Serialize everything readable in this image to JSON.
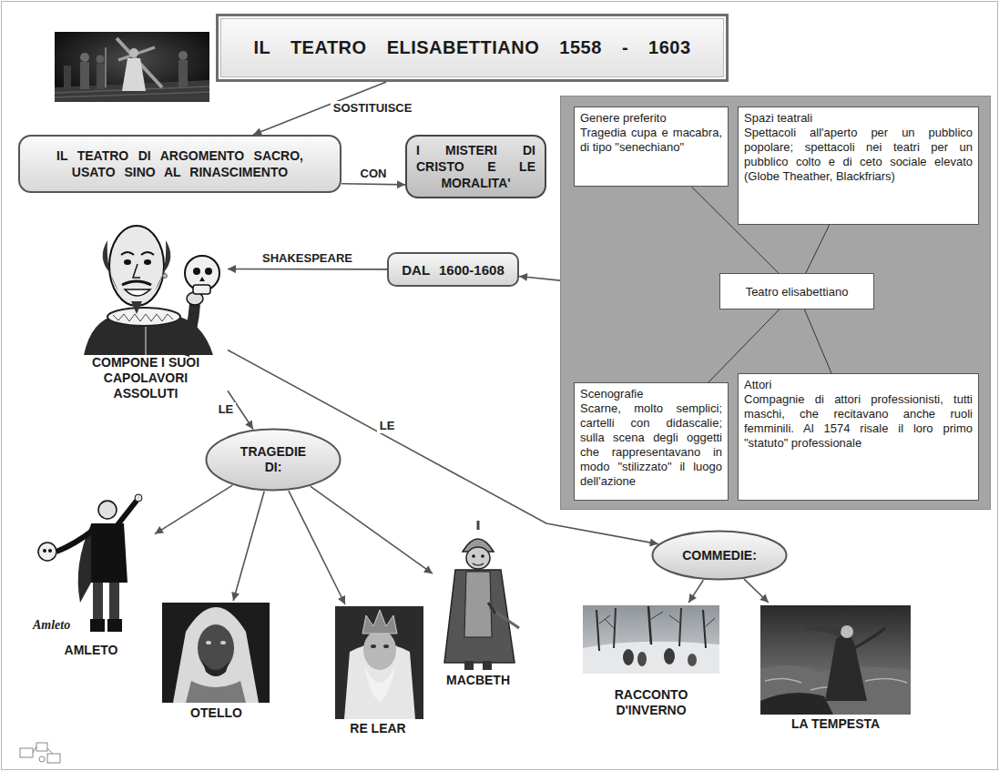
{
  "diagram": {
    "nodes": [
      {
        "text": [
          "IL TEATRO ELISABETTIANO 1558 - 1603"
        ]
      },
      {
        "text": [
          "IL TEATRO DI ARGOMENTO SACRO, USATO SINO AL RINASCIMENTO"
        ]
      },
      {
        "text": [
          "I MISTERI DI CRISTO E LE MORALITA'"
        ]
      },
      {
        "text": []
      },
      {
        "text": [
          "Genere preferito",
          "Tragedia cupa e macabra, di tipo \"senechiano\""
        ],
        "in": 3
      },
      {
        "text": [
          "Spazi teatrali",
          "Spettacoli all'aperto per un pubblico popolare; spettacoli nei teatri per un pubblico colto e di ceto sociale elevato (Globe Theather, Blackfriars)"
        ],
        "in": 3
      },
      {
        "text": [
          "Teatro elisabettiano"
        ],
        "in": 3
      },
      {
        "text": [
          "Scenografie",
          "Scarne, molto semplici; cartelli con didascalie; sulla scena degli oggetti che rappresentavano in modo \"stilizzato\" il luogo dell'azione"
        ],
        "in": 3
      },
      {
        "text": [
          "Attori",
          "Compagnie di attori professionisti, tutti maschi, che recitavano anche ruoli femminili. Al 1574 risale il loro primo \"statuto\" professionale"
        ],
        "in": 3
      },
      {
        "text": [
          "DAL 1600-1608"
        ]
      },
      {
        "text": [
          "COMPONE I SUOI CAPOLAVORI ASSOLUTI"
        ]
      },
      {
        "text": [
          "TRAGEDIE DI:"
        ]
      },
      {
        "text": [
          "COMMEDIE:"
        ]
      },
      {
        "text": [
          "AMLETO"
        ]
      },
      {
        "text": [
          "OTELLO"
        ]
      },
      {
        "text": [
          "RE LEAR"
        ]
      },
      {
        "text": [
          "MACBETH"
        ]
      },
      {
        "text": [
          "RACCONTO D'INVERNO"
        ]
      },
      {
        "text": [
          "LA TEMPESTA"
        ]
      }
    ],
    "edges": [
      {
        "from": 0,
        "to": 1,
        "label": "SOSTITUISCE",
        "arrow": "to"
      },
      {
        "from": 1,
        "to": 2,
        "label": "CON",
        "arrow": "to"
      },
      {
        "from": 6,
        "to": 4,
        "arrow": "none"
      },
      {
        "from": 6,
        "to": 5,
        "arrow": "none"
      },
      {
        "from": 6,
        "to": 7,
        "arrow": "none"
      },
      {
        "from": 6,
        "to": 8,
        "arrow": "none"
      },
      {
        "from": 3,
        "to": 9,
        "arrow": "to"
      },
      {
        "from": 9,
        "to": 10,
        "label": "SHAKESPEARE",
        "arrow": "to"
      },
      {
        "from": 10,
        "to": 11,
        "label": "LE",
        "arrow": "to"
      },
      {
        "from": 10,
        "to": 12,
        "label": "LE",
        "arrow": "to"
      },
      {
        "from": 11,
        "to": 13,
        "arrow": "to"
      },
      {
        "from": 11,
        "to": 14,
        "arrow": "to"
      },
      {
        "from": 11,
        "to": 15,
        "arrow": "to"
      },
      {
        "from": 11,
        "to": 16,
        "arrow": "to"
      },
      {
        "from": 12,
        "to": 17,
        "arrow": "to"
      },
      {
        "from": 12,
        "to": 18,
        "arrow": "to"
      }
    ],
    "labels": [
      "Amleto"
    ]
  }
}
